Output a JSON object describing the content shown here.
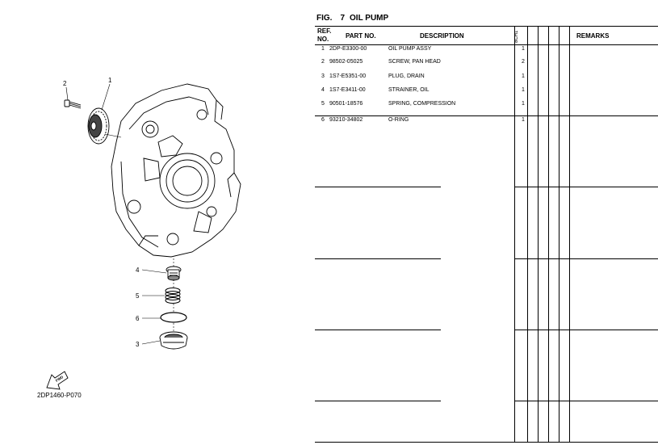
{
  "figure": {
    "code": "2DP1460-P070",
    "fwd_label": "FWD",
    "callouts": [
      {
        "num": "1"
      },
      {
        "num": "2"
      },
      {
        "num": "3"
      },
      {
        "num": "4"
      },
      {
        "num": "5"
      },
      {
        "num": "6"
      }
    ]
  },
  "catalog": {
    "fig_label": "FIG.",
    "fig_number": "7",
    "fig_title": "OIL PUMP",
    "headers": {
      "ref_line1": "REF.",
      "ref_line2": "NO.",
      "part_no": "PART NO.",
      "description": "DESCRIPTION",
      "qty": "8CH1",
      "remarks": "REMARKS"
    },
    "rows": [
      {
        "ref": "1",
        "part_no": "2DP-E3300-00",
        "description": "OIL PUMP ASSY",
        "qty": "1"
      },
      {
        "ref": "2",
        "part_no": "98502-05025",
        "description": "SCREW, PAN HEAD",
        "qty": "2"
      },
      {
        "ref": "3",
        "part_no": "1S7-E5351-00",
        "description": "PLUG, DRAIN",
        "qty": "1"
      },
      {
        "ref": "4",
        "part_no": "1S7-E3411-00",
        "description": "STRAINER, OIL",
        "qty": "1"
      },
      {
        "ref": "5",
        "part_no": "90501-18576",
        "description": "SPRING, COMPRESSION",
        "qty": "1"
      },
      {
        "ref": "6",
        "part_no": "93210-34802",
        "description": "O-RING",
        "qty": "1"
      }
    ]
  }
}
